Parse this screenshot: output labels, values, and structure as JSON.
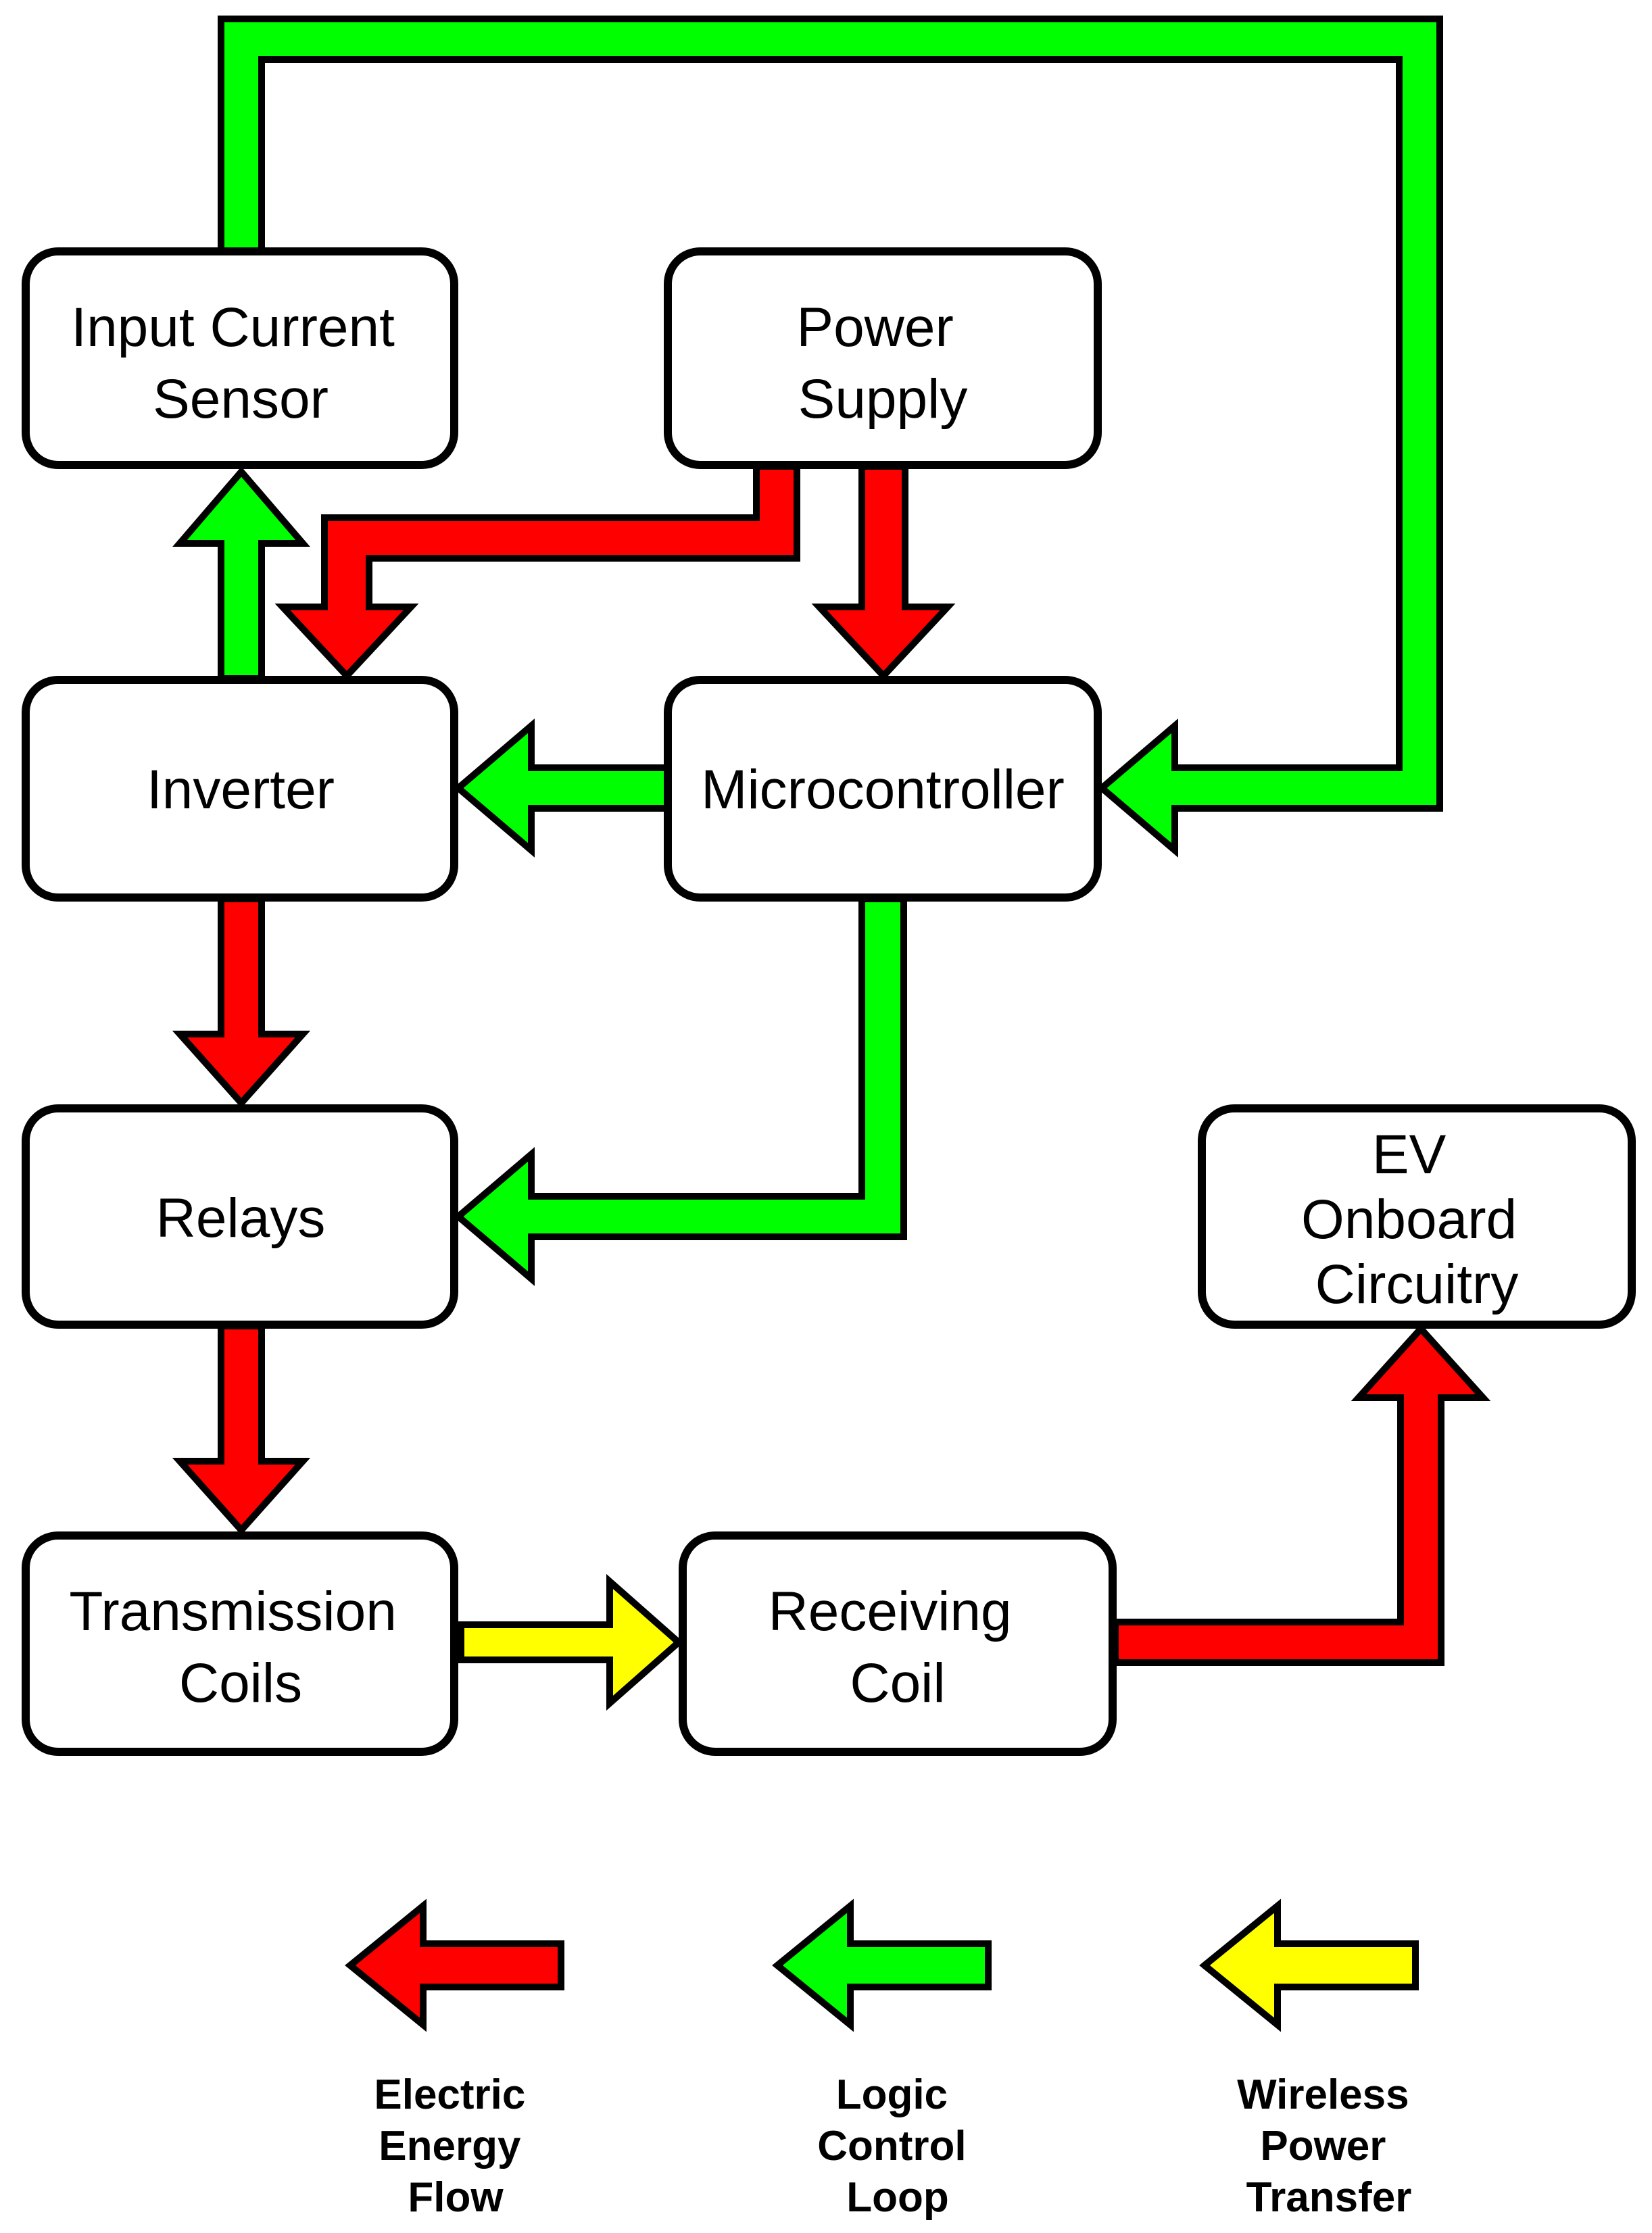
{
  "colors": {
    "electric": "#ff0000",
    "logic": "#00ff00",
    "wireless": "#ffff00",
    "outline": "#000000",
    "box_fill": "#ffffff"
  },
  "nodes": {
    "input_current_sensor": [
      "Input Current",
      "Sensor"
    ],
    "power_supply": [
      "Power",
      "Supply"
    ],
    "inverter": [
      "Inverter"
    ],
    "microcontroller": [
      "Microcontroller"
    ],
    "relays": [
      "Relays"
    ],
    "ev_onboard_circuitry": [
      "EV",
      "Onboard",
      "Circuitry"
    ],
    "transmission_coils": [
      "Transmission",
      "Coils"
    ],
    "receiving_coil": [
      "Receiving",
      "Coil"
    ]
  },
  "edges": [
    {
      "from": "power_supply",
      "to": "inverter",
      "type": "electric"
    },
    {
      "from": "power_supply",
      "to": "microcontroller",
      "type": "electric"
    },
    {
      "from": "inverter",
      "to": "input_current_sensor",
      "type": "logic"
    },
    {
      "from": "input_current_sensor",
      "to": "microcontroller",
      "type": "logic"
    },
    {
      "from": "microcontroller",
      "to": "inverter",
      "type": "logic"
    },
    {
      "from": "inverter",
      "to": "relays",
      "type": "electric"
    },
    {
      "from": "microcontroller",
      "to": "relays",
      "type": "logic"
    },
    {
      "from": "relays",
      "to": "transmission_coils",
      "type": "electric"
    },
    {
      "from": "transmission_coils",
      "to": "receiving_coil",
      "type": "wireless"
    },
    {
      "from": "receiving_coil",
      "to": "ev_onboard_circuitry",
      "type": "electric"
    }
  ],
  "legend": {
    "electric": [
      "Electric",
      "Energy",
      "Flow"
    ],
    "logic": [
      "Logic",
      "Control",
      "Loop"
    ],
    "wireless": [
      "Wireless",
      "Power",
      "Transfer"
    ]
  }
}
